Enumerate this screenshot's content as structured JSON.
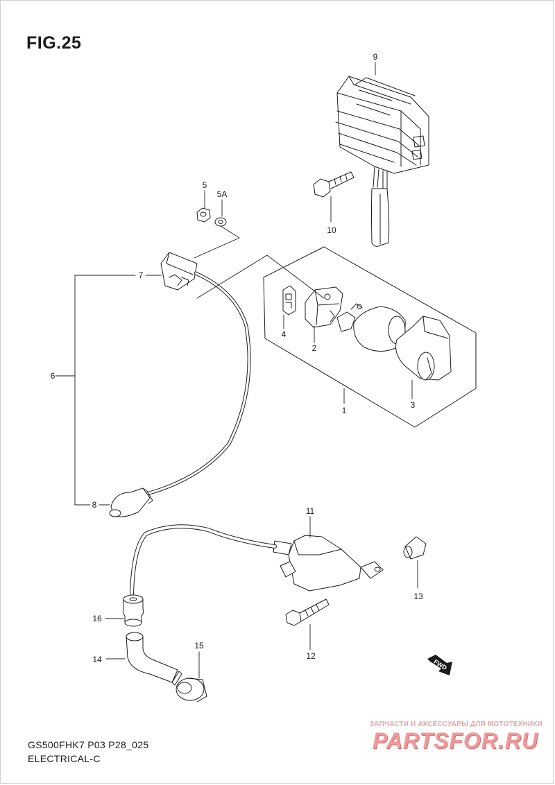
{
  "figure": {
    "title": "FIG.25"
  },
  "callouts": {
    "p1": "1",
    "p2": "2",
    "p3": "3",
    "p4": "4",
    "p5": "5",
    "p5a": "5A",
    "p6": "6",
    "p7": "7",
    "p8": "8",
    "p9": "9",
    "p10": "10",
    "p11": "11",
    "p12": "12",
    "p13": "13",
    "p14": "14",
    "p15": "15",
    "p16": "16"
  },
  "fwd_label": "FWD",
  "footer": {
    "code": "GS500FHK7 P03 P28_025",
    "section": "ELECTRICAL-C"
  },
  "watermark": {
    "tagline": "ЗАПЧАСТИ И АКСЕССУАРЫ ДЛЯ МОТОТЕХНИКИ",
    "logo": "PARTSFOR.RU"
  },
  "colors": {
    "line": "#1a1a1a",
    "watermark": "#ef9a9a"
  }
}
